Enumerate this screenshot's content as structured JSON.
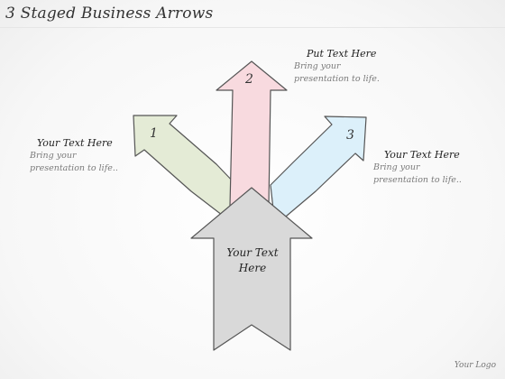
{
  "title": "3 Staged Business Arrows",
  "arrows": [
    {
      "number": "1",
      "color": "#e4ebd6"
    },
    {
      "number": "2",
      "color": "#f8dadf"
    },
    {
      "number": "3",
      "color": "#dcf0fa"
    }
  ],
  "center": {
    "label": "Your Text\nHere",
    "color": "#d9d9d9"
  },
  "callouts": {
    "left": {
      "heading": "Your Text Here",
      "body": "Bring your\npresentation to life.."
    },
    "top": {
      "heading": "Put Text Here",
      "body": "Bring your\npresentation to life."
    },
    "right": {
      "heading": "Your Text Here",
      "body": "Bring your\npresentation to life.."
    }
  },
  "logo": "Your Logo"
}
